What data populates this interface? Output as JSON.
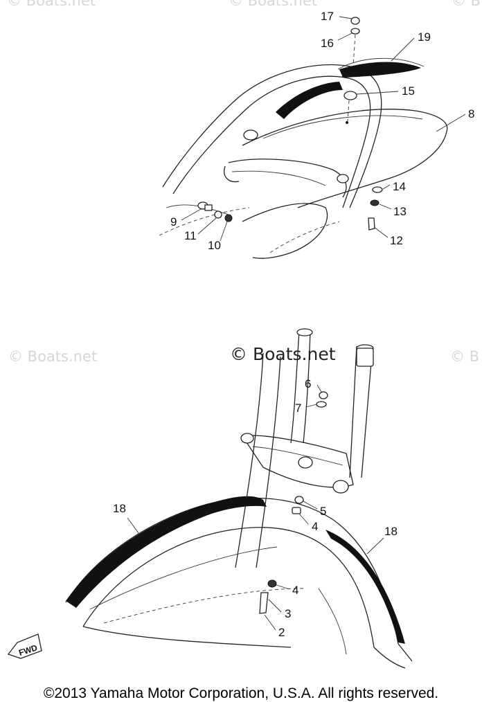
{
  "watermarks": {
    "main": "© Boats.net",
    "faint": "© Boats.net",
    "faint_partial": "© B"
  },
  "callouts": {
    "c2": "2",
    "c3": "3",
    "c4a": "4",
    "c4b": "4",
    "c5": "5",
    "c6": "6",
    "c7": "7",
    "c8": "8",
    "c9": "9",
    "c10": "10",
    "c11": "11",
    "c12": "12",
    "c13": "13",
    "c14": "14",
    "c15": "15",
    "c16": "16",
    "c17": "17",
    "c18a": "18",
    "c18b": "18",
    "c19": "19"
  },
  "fwd_label": "FWD",
  "copyright": "©2013 Yamaha Motor Corporation, U.S.A. All rights reserved."
}
